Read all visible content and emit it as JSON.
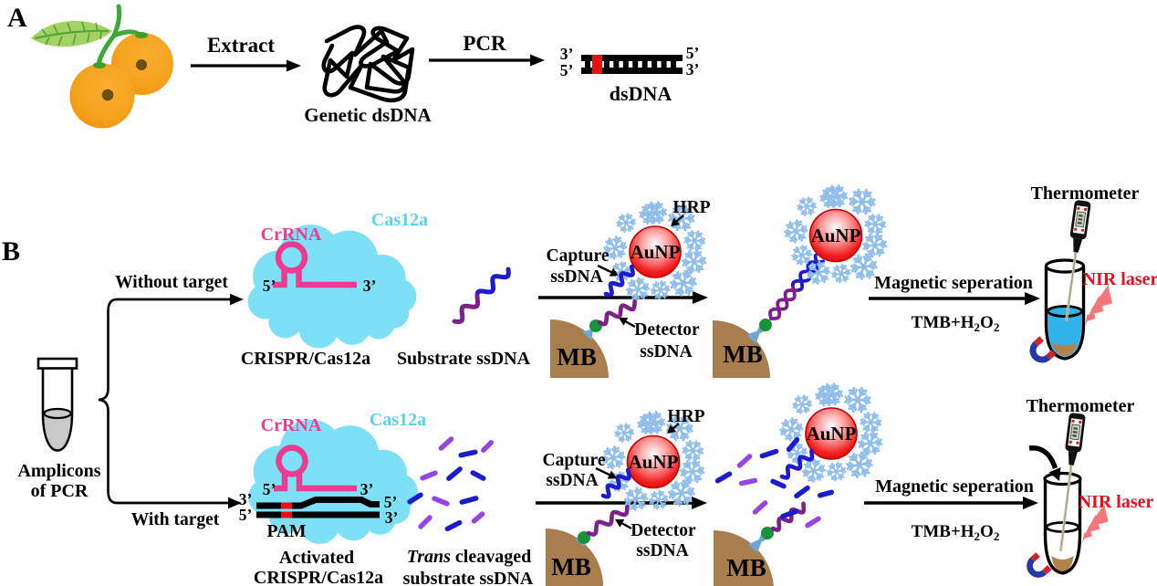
{
  "panel_a": {
    "label": "A",
    "extract_label": "Extract",
    "genetic_dsdna_label": "Genetic dsDNA",
    "pcr_label": "PCR",
    "dsdna_label": "dsDNA",
    "dsdna_top_left": "3’",
    "dsdna_bottom_left": "5’",
    "dsdna_top_right": "5’",
    "dsdna_bottom_right": "3’"
  },
  "panel_b": {
    "label": "B",
    "amplicons_line1": "Amplicons",
    "amplicons_line2": "of PCR",
    "without_target_label": "Without target",
    "with_target_label": "With target",
    "crrna_label": "CrRNA",
    "cas12a_label": "Cas12a",
    "crispr_cas12a_label": "CRISPR/Cas12a",
    "activated_line1": "Activated",
    "activated_line2": "CRISPR/Cas12a",
    "pam_label": "PAM",
    "five_prime": "5’",
    "three_prime": "3’",
    "substrate_label": "Substrate ssDNA",
    "trans_italic": "Trans",
    "trans_rest": "cleavaged",
    "trans_line2": "substrate ssDNA",
    "hrp_label": "HRP",
    "aunp_label": "AuNP",
    "capture_line1": "Capture",
    "capture_line2": "ssDNA",
    "detector_line1": "Detector",
    "detector_line2": "ssDNA",
    "mb_label": "MB",
    "magnetic_separation_label": "Magnetic seperation",
    "tmb_h": "TMB+H",
    "tmb_sub1": "2",
    "tmb_o": "O",
    "tmb_sub2": "2",
    "thermometer_label": "Thermometer",
    "nir_laser_label": "NIR laser"
  },
  "colors": {
    "cloud_cyan": "#7DE0F4",
    "cas12a_text": "#58D4F1",
    "crrna_pink": "#EC3C92",
    "capture_blue": "#1C1CCE",
    "detector_purple": "#7D1F8D",
    "fragment_violet": "#9345E5",
    "aunp_red": "#E81616",
    "aunp_rim": "#C40000",
    "hrp_flake_blue": "#90BEEC",
    "mb_brown": "#A87E4F",
    "connector_blue": "#6FA6DA",
    "dot_green": "#17933B",
    "liquid_blue": "#2FB3E8",
    "sediment_brown": "#B5824C",
    "nir_red": "#E50F1E",
    "laser_pink": "#F4777C",
    "magnet_blue": "#2838A8",
    "magnet_red": "#D7212B",
    "fruit_orange": "#F5A31D",
    "fruit_orange_dark": "#ED9008",
    "fruit_dot": "#6B4E12",
    "leaf_green": "#A4D262",
    "leaf_vein": "#55A33A",
    "stem_green": "#3AAA35",
    "tube_grey": "#C9C9C9",
    "pam_red": "#E81010"
  }
}
